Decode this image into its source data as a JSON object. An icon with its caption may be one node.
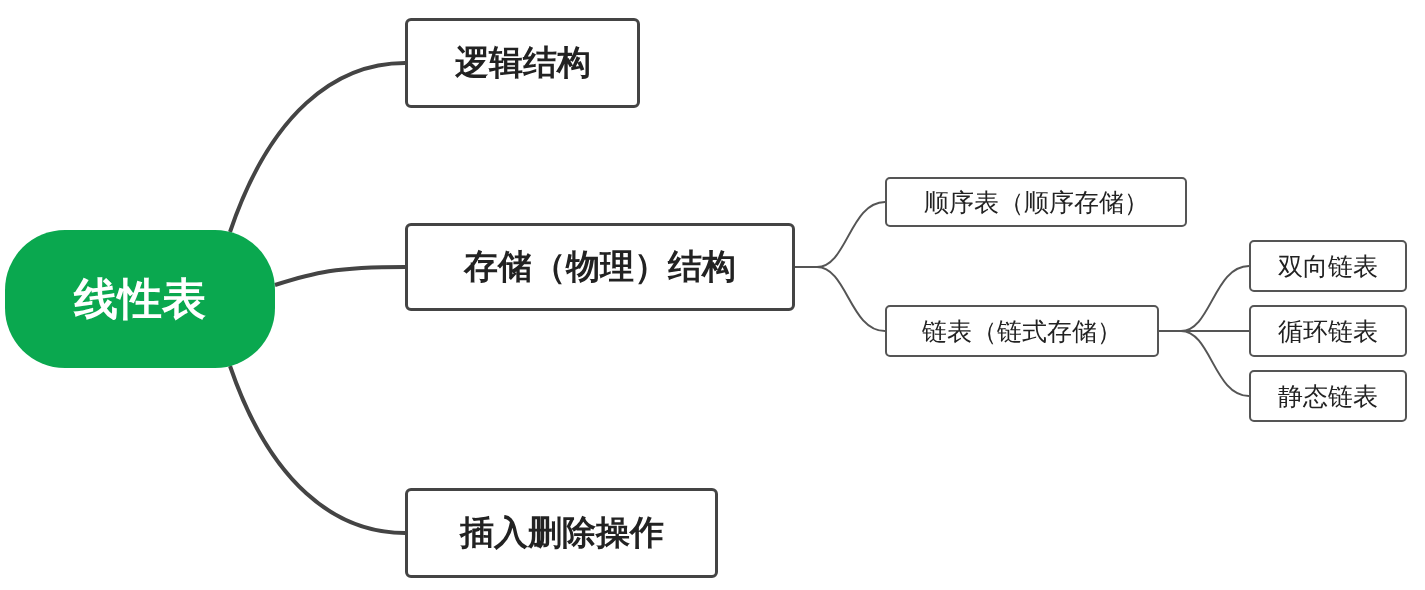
{
  "diagram": {
    "nodes": [
      {
        "text": [
          "线性表"
        ]
      },
      {
        "text": [
          "逻辑结构"
        ]
      },
      {
        "text": [
          "存储（物理）结构"
        ]
      },
      {
        "text": [
          "插入删除操作"
        ]
      },
      {
        "text": [
          "顺序表（顺序存储）"
        ]
      },
      {
        "text": [
          "链表（链式存储）"
        ]
      },
      {
        "text": [
          "双向链表"
        ]
      },
      {
        "text": [
          "循环链表"
        ]
      },
      {
        "text": [
          "静态链表"
        ]
      }
    ],
    "edges": [
      {
        "from": 0,
        "to": 1,
        "arrow": "none"
      },
      {
        "from": 0,
        "to": 2,
        "arrow": "none"
      },
      {
        "from": 0,
        "to": 3,
        "arrow": "none"
      },
      {
        "from": 2,
        "to": 4,
        "arrow": "none"
      },
      {
        "from": 2,
        "to": 5,
        "arrow": "none"
      },
      {
        "from": 5,
        "to": 6,
        "arrow": "none"
      },
      {
        "from": 5,
        "to": 7,
        "arrow": "none"
      },
      {
        "from": 5,
        "to": 8,
        "arrow": "none"
      }
    ]
  }
}
